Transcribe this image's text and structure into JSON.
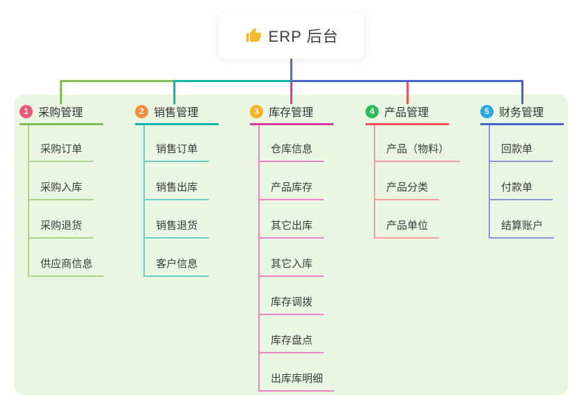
{
  "root": {
    "label": "ERP 后台",
    "icon": "thumbs-up-icon",
    "icon_color": "#f7b928"
  },
  "colors": {
    "panel_bg": "#e9f6e2",
    "root_stem": "#5568cd",
    "title_text": "#333333",
    "item_text": "#3c3c3c"
  },
  "branches": [
    {
      "badge": "1",
      "title": "采购管理",
      "badge_color": "#f2566f",
      "line_color": "#82bb4e",
      "tint_color": "#abd48b",
      "items": [
        "采购订单",
        "采购入库",
        "采购退货",
        "供应商信息"
      ]
    },
    {
      "badge": "2",
      "title": "销售管理",
      "badge_color": "#f68c3e",
      "line_color": "#12b2ae",
      "tint_color": "#66cac5",
      "items": [
        "销售订单",
        "销售出库",
        "销售退货",
        "客户信息"
      ]
    },
    {
      "badge": "3",
      "title": "库存管理",
      "badge_color": "#fbb117",
      "line_color": "#d63a9e",
      "tint_color": "#ef82c4",
      "items": [
        "仓库信息",
        "产品库存",
        "其它出库",
        "其它入库",
        "库存调拨",
        "库存盘点",
        "出库库明细"
      ]
    },
    {
      "badge": "4",
      "title": "产品管理",
      "badge_color": "#2abd5d",
      "line_color": "#f2535b",
      "tint_color": "#f79b9b",
      "items": [
        "产品（物料）",
        "产品分类",
        "产品单位"
      ]
    },
    {
      "badge": "5",
      "title": "财务管理",
      "badge_color": "#2aa7e2",
      "line_color": "#4a63c8",
      "tint_color": "#8595d6",
      "items": [
        "回款单",
        "付款单",
        "结算账户"
      ]
    }
  ]
}
